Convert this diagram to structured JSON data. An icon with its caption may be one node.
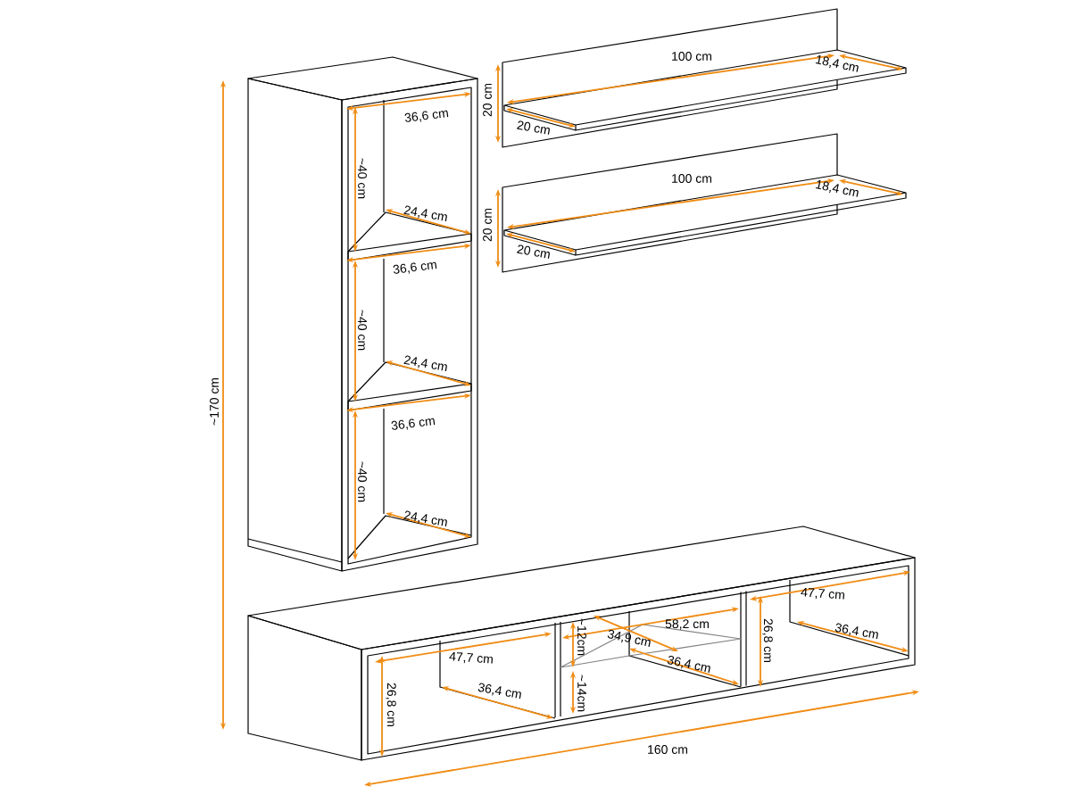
{
  "diagram": {
    "labels": [
      "~170 cm",
      "36,6 cm",
      "~40 cm",
      "24,4 cm",
      "36,6 cm",
      "~40 cm",
      "24,4 cm",
      "36,6 cm",
      "~40 cm",
      "24,4 cm",
      "100 cm",
      "18,4 cm",
      "20 cm",
      "20 cm",
      "100 cm",
      "18,4 cm",
      "20 cm",
      "20 cm",
      "47,7 cm",
      "26,8 cm",
      "36,4 cm",
      "58,2 cm",
      "~12cm",
      "34,9 cm",
      "36,4 cm",
      "~14cm",
      "47,7 cm",
      "26,8 cm",
      "36,4 cm",
      "160 cm"
    ]
  }
}
